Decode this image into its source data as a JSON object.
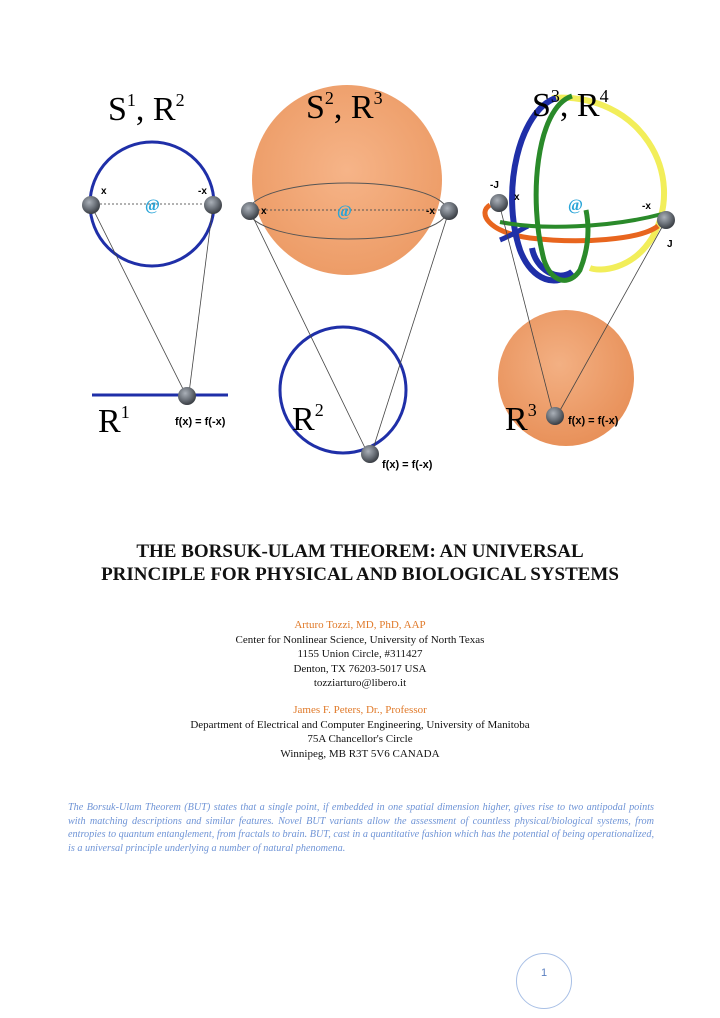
{
  "figure": {
    "panel1": {
      "title_base1": "S",
      "title_sup1": "1",
      "title_sep": ", ",
      "title_base2": "R",
      "title_sup2": "2",
      "point_left": "x",
      "point_right": "-x",
      "line_label_base": "R",
      "line_label_sup": "1",
      "fx_label": "f(x) = f(-x)"
    },
    "panel2": {
      "title_base1": "S",
      "title_sup1": "2",
      "title_sep": ", ",
      "title_base2": "R",
      "title_sup2": "3",
      "point_left": "x",
      "point_right": "-x",
      "circle_label_base": "R",
      "circle_label_sup": "2",
      "fx_label": "f(x) = f(-x)"
    },
    "panel3": {
      "title_base1": "S",
      "title_sup1": "3",
      "title_sep": ", ",
      "title_base2": "R",
      "title_sup2": "4",
      "point_left_top": "-J",
      "point_left": "x",
      "point_right": "-x",
      "point_right_bottom": "J",
      "ball_label_base": "R",
      "ball_label_sup": "3",
      "fx_label": "f(x) = f(-x)"
    },
    "colors": {
      "blue": "#1f2fa8",
      "orange": "#f0a070",
      "green": "#2a8a2a",
      "yellow": "#f2ee5a",
      "dark_orange": "#e8651e",
      "spiral": "#2aa5d8"
    }
  },
  "title": {
    "line1": "THE BORSUK-ULAM THEOREM: AN UNIVERSAL",
    "line2": "PRINCIPLE FOR PHYSICAL AND BIOLOGICAL SYSTEMS"
  },
  "author1": {
    "name": "Arturo Tozzi, MD, PhD, AAP",
    "line1": "Center for Nonlinear Science, University of North Texas",
    "line2": "1155 Union Circle, #311427",
    "line3": "Denton, TX 76203-5017 USA",
    "line4": "tozziarturo@libero.it"
  },
  "author2": {
    "name": "James F. Peters, Dr., Professor",
    "line1": "Department of Electrical and Computer Engineering, University of Manitoba",
    "line2": "75A Chancellor's Circle",
    "line3": "Winnipeg, MB R3T 5V6 CANADA"
  },
  "abstract": "The Borsuk-Ulam Theorem (BUT) states that a single point, if embedded in one spatial dimension higher, gives rise to two antipodal points with matching descriptions and similar features.  Novel BUT variants allow the assessment of countless physical/biological systems, from entropies to quantum entanglement, from fractals to brain.  BUT, cast in a quantitative fashion which has the potential of being operationalized, is a universal principle underlying a number of natural phenomena.",
  "page_number": "1"
}
